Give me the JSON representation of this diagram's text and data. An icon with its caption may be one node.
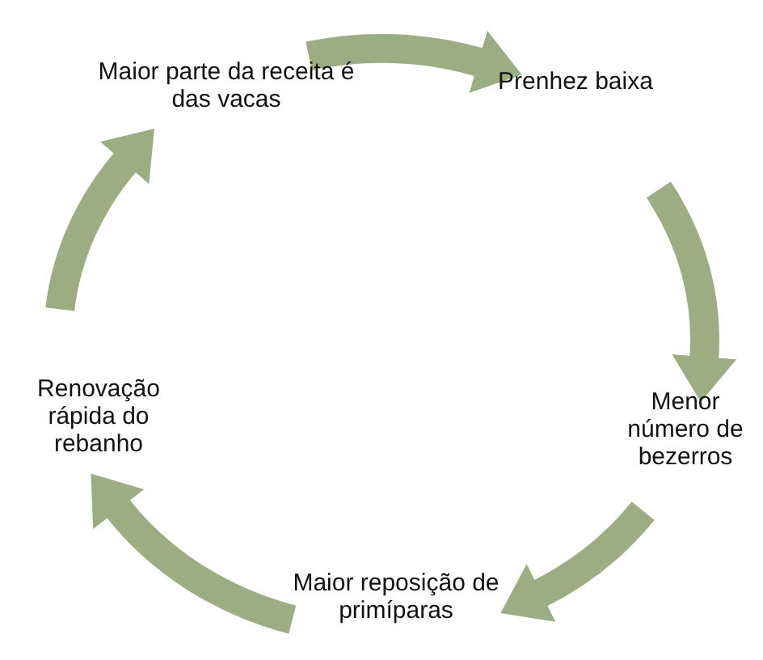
{
  "diagram": {
    "nodes": [
      {
        "text": [
          "Maior parte da receita é das vacas"
        ]
      },
      {
        "text": [
          "Prenhez baixa"
        ]
      },
      {
        "text": [
          "Menor número de bezerros"
        ]
      },
      {
        "text": [
          "Maior reposição de primíparas"
        ]
      },
      {
        "text": [
          "Renovação rápida do rebanho"
        ]
      }
    ],
    "edges": [
      {
        "from": 0,
        "to": 1,
        "arrow": "to"
      },
      {
        "from": 1,
        "to": 2,
        "arrow": "to"
      },
      {
        "from": 2,
        "to": 3,
        "arrow": "to"
      },
      {
        "from": 3,
        "to": 4,
        "arrow": "to"
      },
      {
        "from": 4,
        "to": 0,
        "arrow": "to"
      }
    ]
  }
}
